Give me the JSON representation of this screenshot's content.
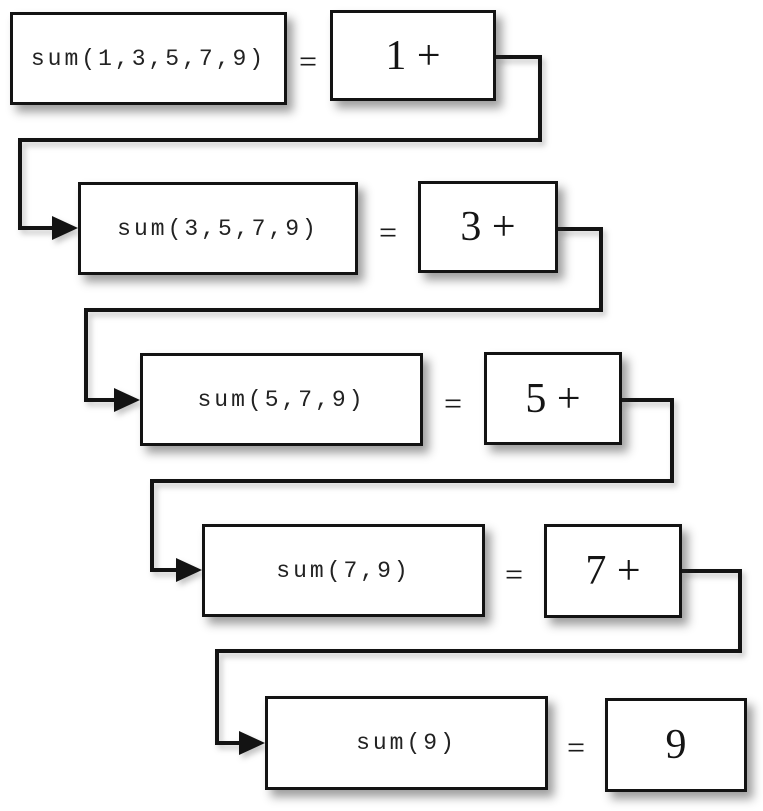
{
  "rows": [
    {
      "call": "sum(1,3,5,7,9)",
      "equals": "=",
      "value": "1 +"
    },
    {
      "call": "sum(3,5,7,9)",
      "equals": "=",
      "value": "3 +"
    },
    {
      "call": "sum(5,7,9)",
      "equals": "=",
      "value": "5 +"
    },
    {
      "call": "sum(7,9)",
      "equals": "=",
      "value": "7 +"
    },
    {
      "call": "sum(9)",
      "equals": "=",
      "value": "9"
    }
  ],
  "colors": {
    "background": "#ffffff",
    "box_fill": "#ffffff",
    "box_border": "#131313",
    "connector": "#131313",
    "text": "#1a1a1a"
  }
}
